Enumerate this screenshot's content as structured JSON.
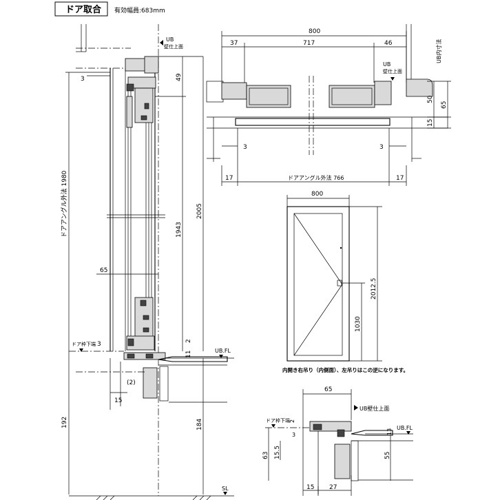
{
  "header": {
    "title": "ドア取合",
    "effective_width": "有効幅員:683mm"
  },
  "section_view": {
    "dim_left_total": "ドアアングル外法 1980",
    "dim_1943": "1943",
    "dim_2005": "2005",
    "dim_49": "49",
    "dim_3_top": "3",
    "dim_65": "65",
    "dim_3_bottom": "3",
    "dim_2": "2",
    "dim_11": "11",
    "dim_15": "15",
    "dim_192": "192",
    "dim_184": "184",
    "label_ub_top": "UB",
    "label_ub_top2": "壁仕上面",
    "label_door_bottom": "ドア枠下端",
    "label_ubfl": "UB.FL",
    "label_sl": "SL",
    "label_paren2": "(2)"
  },
  "plan_view": {
    "dim_800": "800",
    "dim_37": "37",
    "dim_717": "717",
    "dim_46": "46",
    "label_ub": "UB",
    "label_ub2": "壁仕上面",
    "label_ub_inner": "UB内寸法",
    "dim_50": "50",
    "dim_65": "65",
    "dim_15": "15",
    "dim_3_left": "3",
    "dim_3_right": "3",
    "dim_17_left": "17",
    "dim_17_right": "17",
    "dim_outer": "ドアアングル外法 766"
  },
  "elevation_view": {
    "dim_800": "800",
    "dim_2012": "2012.5",
    "dim_1030": "1030",
    "caption": "内開き右吊り（内側面）、左吊りはこの逆になります。"
  },
  "detail_view": {
    "dim_65": "65",
    "label_ub": "UB壁仕上面",
    "label_door_bottom": "ドア枠下端",
    "dim_2": "2",
    "dim_3": "3",
    "label_ubfl": "UB.FL",
    "dim_13": "13",
    "dim_63": "63",
    "dim_15_5": "15.5",
    "dim_55": "55",
    "dim_15": "15",
    "dim_27": "27"
  }
}
